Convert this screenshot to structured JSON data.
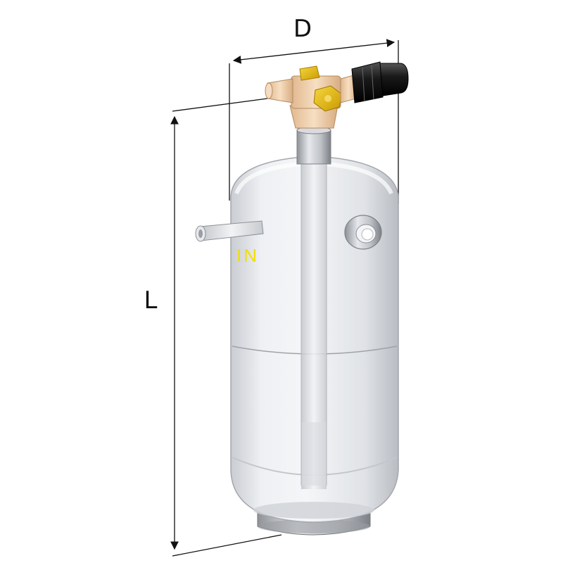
{
  "labels": {
    "diameter": "D",
    "length": "L",
    "inlet": "IN"
  },
  "colors": {
    "inlet_label": "#f2e000",
    "dimension_lines": "#111111",
    "vessel_body": "#e4e6ea",
    "vessel_shadow": "#b7bac0",
    "valve_body": "#f0d2b0",
    "valve_cap": "#e8b800",
    "connector": "#1a1a1a"
  },
  "icons": {
    "vessel": "receiver-tank",
    "valve": "rotalock-valve",
    "inlet_pipe": "pipe-stub",
    "side_port": "threaded-port"
  }
}
